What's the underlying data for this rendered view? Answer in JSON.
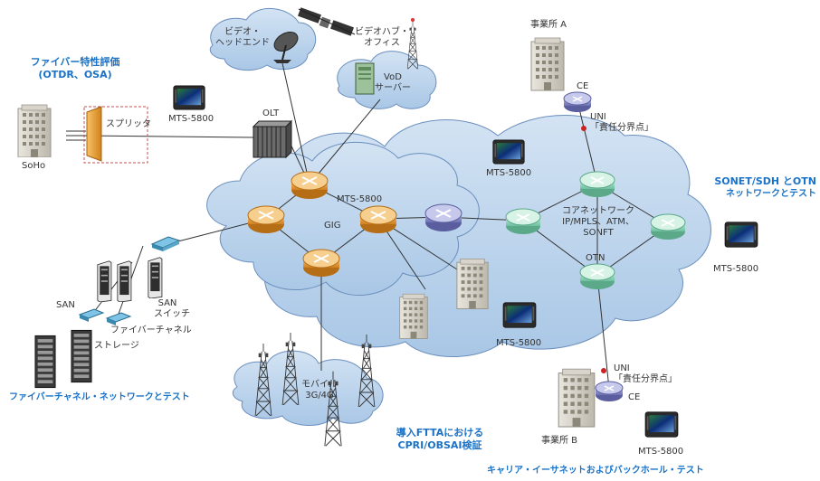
{
  "labels": {
    "fiber_eval_1": "ファイバー特性評価",
    "fiber_eval_2": "(OTDR、OSA)",
    "soho": "SoHo",
    "splitter": "スプリッタ",
    "mts_fiber": "MTS-5800",
    "olt": "OLT",
    "video_headend_1": "ビデオ・",
    "video_headend_2": "ヘッドエンド",
    "video_hub_1": "ビデオハブ・",
    "video_hub_2": "オフィス",
    "vod_1": "VoD",
    "vod_2": "サーバー",
    "office_a": "事業所 A",
    "ce_a": "CE",
    "uni_a_1": "UNI",
    "uni_a_2": "「責任分界点」",
    "mts_cloud_top": "MTS-5800",
    "mts_gig": "MTS-5800",
    "gig": "GIG",
    "core_1": "コアネットワーク",
    "core_2": "IP/MPLS、ATM、",
    "core_3": "SONFT",
    "otn": "OTN",
    "sonet_1": "SONET/SDH とOTN",
    "sonet_2": "ネットワークとテスト",
    "mts_right": "MTS-5800",
    "san": "SAN",
    "san_switch_1": "SAN",
    "san_switch_2": "スイッチ",
    "fc_label": "ファイバーチャネル",
    "storage": "ストレージ",
    "fc_test": "ファイバーチャネル・ネットワークとテスト",
    "mts_core": "MTS-5800",
    "mobile_1": "モバイル",
    "mobile_2": "3G/4G",
    "ftta_1": "導入FTTAにおける",
    "ftta_2": "CPRI/OBSAI検証",
    "uni_b_1": "UNI",
    "uni_b_2": "「責任分界点」",
    "ce_b": "CE",
    "office_b": "事業所 B",
    "mts_bottom": "MTS-5800",
    "carrier": "キャリア・イーサネットおよびバックホール・テスト"
  },
  "colors": {
    "cloud": "#b9d2ea",
    "router_orange": "#e7a23f",
    "router_teal": "#8fd3b8",
    "router_purple": "#8b8fc7",
    "label_blue": "#1a73c8",
    "uni_dot": "#cc2222"
  }
}
